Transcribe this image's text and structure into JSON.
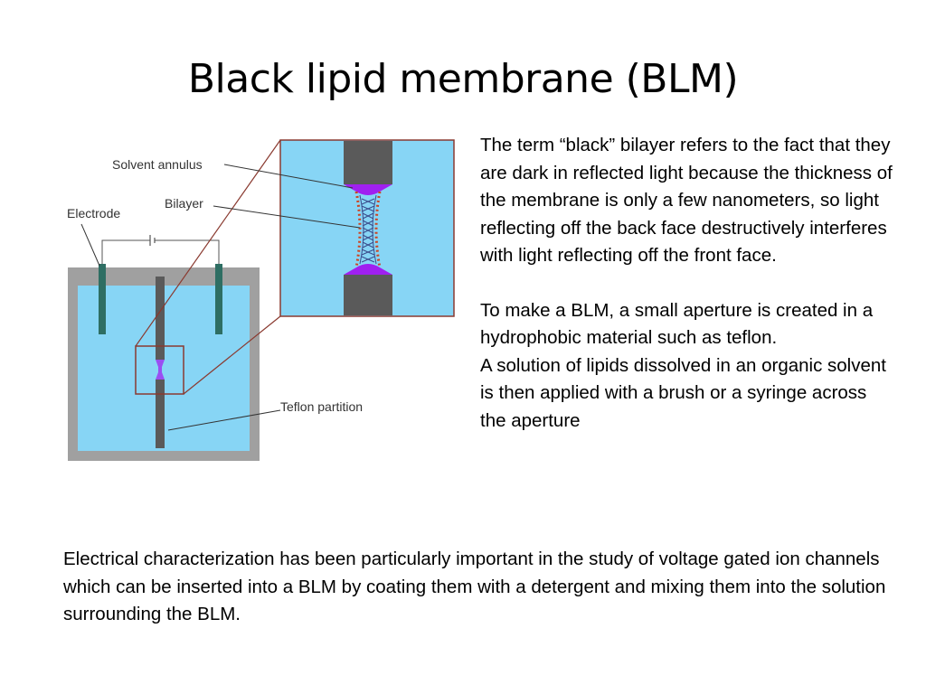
{
  "slide": {
    "title": "Black lipid membrane (BLM)"
  },
  "diagram": {
    "labels": {
      "solvent_annulus": "Solvent annulus",
      "bilayer": "Bilayer",
      "electrode": "Electrode",
      "teflon_partition": "Teflon partition"
    },
    "colors": {
      "solution": "#87d5f5",
      "vessel": "#a0a0a0",
      "electrode": "#2e6e63",
      "partition": "#5a5a5a",
      "zoom_box": "#8a3a30",
      "solvent": "#a020f0",
      "lipid_head": "#cc4422",
      "lipid_tail": "#3a4a8a"
    }
  },
  "text": {
    "para1": "The term “black” bilayer refers to the fact that they are dark in reflected light because the thickness of the membrane is only a few nanometers, so light reflecting off the back face destructively interferes with light reflecting off the front face.",
    "para2": "To make a BLM, a small aperture is created in a hydrophobic material such as teflon.\n A solution of lipids dissolved in an organic solvent is then applied with a brush or a syringe across the aperture",
    "bottom": "Electrical characterization has been particularly important in the study of voltage gated ion channels which can be inserted into a BLM by coating them with a detergent and mixing them into the solution surrounding the BLM."
  }
}
